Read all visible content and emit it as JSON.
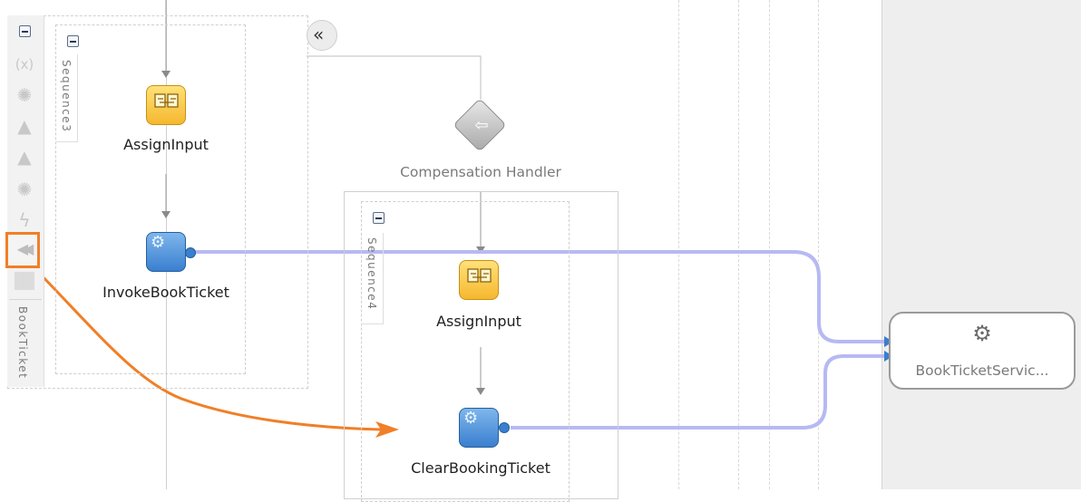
{
  "sequence3": {
    "label": "Sequence3",
    "assign_label": "AssignInput",
    "invoke_label": "InvokeBookTicket"
  },
  "compensation": {
    "label": "Compensation Handler",
    "sequence_label": "Sequence4",
    "assign_label": "AssignInput",
    "invoke_label": "ClearBookingTicket"
  },
  "palette": {
    "scope_label": "BookTicket",
    "icons": [
      "variable-icon",
      "correlation-icon",
      "warning-icon",
      "alarm-icon",
      "compensate-icon",
      "lightning-icon",
      "compensation-handler-icon",
      "blank-icon"
    ]
  },
  "service": {
    "label": "BookTicketServic..."
  },
  "colors": {
    "wire": "#b7b9f3",
    "highlight": "#f07f27",
    "service_lane": "#eeeeee"
  }
}
